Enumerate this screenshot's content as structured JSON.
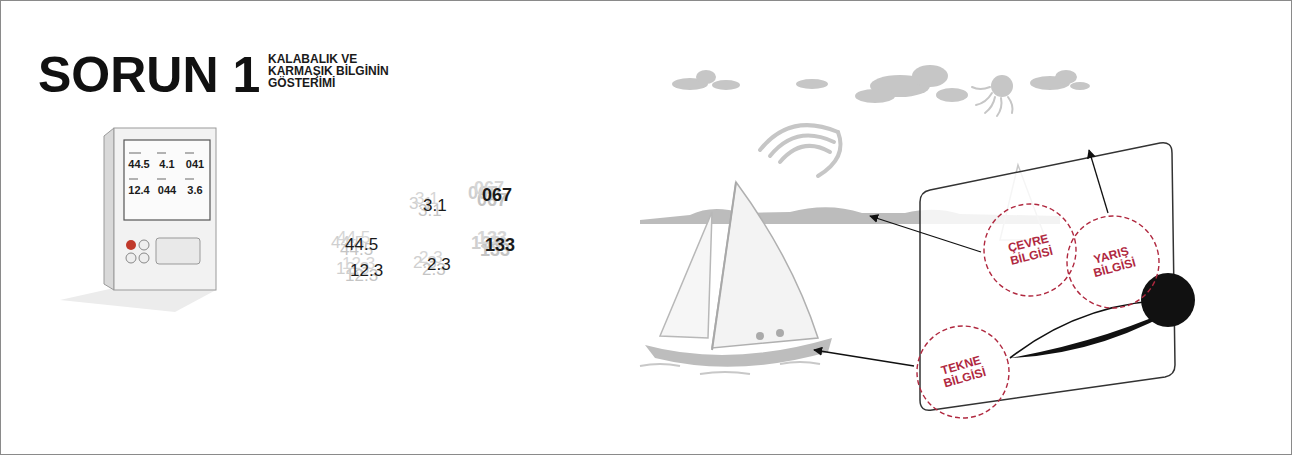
{
  "diagram": {
    "title": "SORUN 1",
    "nodes": [
      {
        "text": [
          "ÇEVRE BİLGİSİ"
        ]
      },
      {
        "text": [
          "YARIŞ BİLGİSİ"
        ]
      },
      {
        "text": [
          "TEKNE BİLGİSİ"
        ]
      }
    ],
    "labels": [
      "KALABALIK VE KARMAŞIK BİLGİNİN GÖSTERİMİ",
      "44.5",
      "4.1",
      "041",
      "12.4",
      "044",
      "3.6",
      "44.5",
      "3.1",
      "067",
      "12.3",
      "2.3",
      "133"
    ]
  }
}
